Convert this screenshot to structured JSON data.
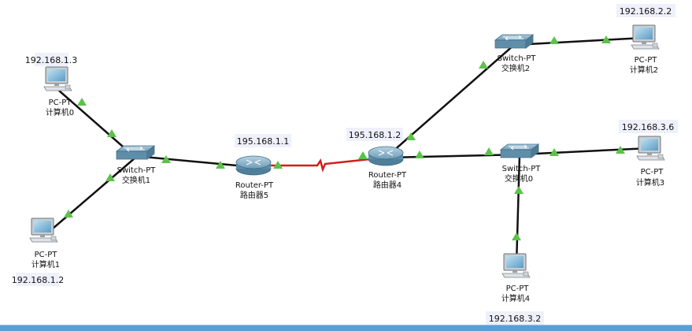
{
  "colors": {
    "link_copper": "#111111",
    "link_serial": "#d21d1d",
    "port_up": "#5cc24a",
    "ip_box": "#eef1fb",
    "bottom_bar": "#5a9fd4"
  },
  "devices": {
    "pc0": {
      "model": "PC-PT",
      "name": "计算机0",
      "ip": "192.168.1.3"
    },
    "pc1": {
      "model": "PC-PT",
      "name": "计算机1",
      "ip": "192.168.1.2"
    },
    "pc2": {
      "model": "PC-PT",
      "name": "计算机2",
      "ip": "192.168.2.2"
    },
    "pc3": {
      "model": "PC-PT",
      "name": "计算机3",
      "ip": "192.168.3.6"
    },
    "pc4": {
      "model": "PC-PT",
      "name": "计算机4",
      "ip": "192.168.3.2"
    },
    "sw0": {
      "model": "Switch-PT",
      "name": "交换机0"
    },
    "sw1": {
      "model": "Switch-PT",
      "name": "交换机1"
    },
    "sw2": {
      "model": "Switch-PT",
      "name": "交换机2"
    },
    "r4": {
      "model": "Router-PT",
      "name": "路由器4",
      "ip": "195.168.1.2"
    },
    "r5": {
      "model": "Router-PT",
      "name": "路由器5",
      "ip": "195.168.1.1"
    }
  }
}
